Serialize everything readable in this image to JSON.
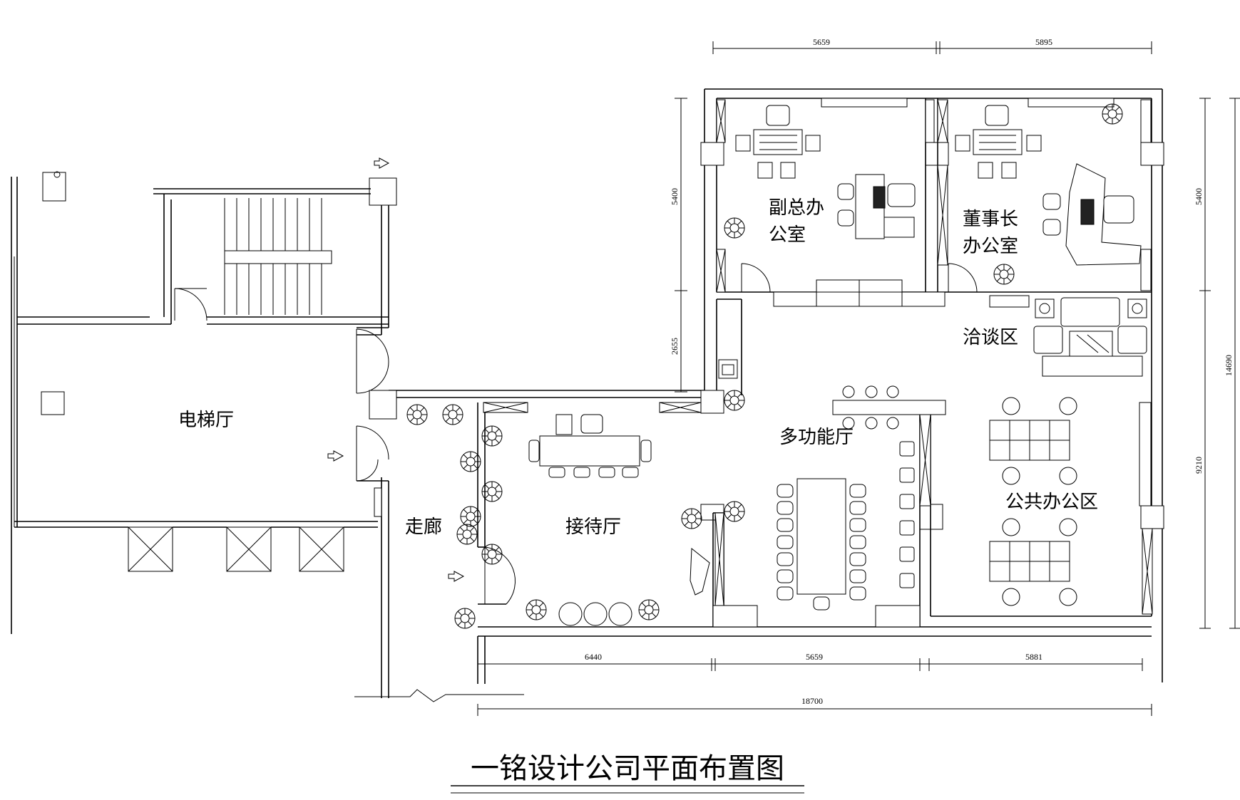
{
  "title": "一铭设计公司平面布置图",
  "rooms": {
    "elevator_hall": "电梯厅",
    "corridor": "走廊",
    "reception": "接待厅",
    "vp_office_line1": "副总办",
    "vp_office_line2": "公室",
    "chairman_line1": "董事长",
    "chairman_line2": "办公室",
    "lounge": "洽谈区",
    "multifunction": "多功能厅",
    "public_office": "公共办公区"
  },
  "dimensions": {
    "top_left": "5659",
    "top_right": "5895",
    "bottom_1": "6440",
    "bottom_2": "5659",
    "bottom_3": "5881",
    "bottom_total": "18700",
    "left_upper": "5400",
    "left_lower": "2655",
    "right_upper": "5400",
    "right_lower": "9210",
    "right_total": "14690"
  }
}
